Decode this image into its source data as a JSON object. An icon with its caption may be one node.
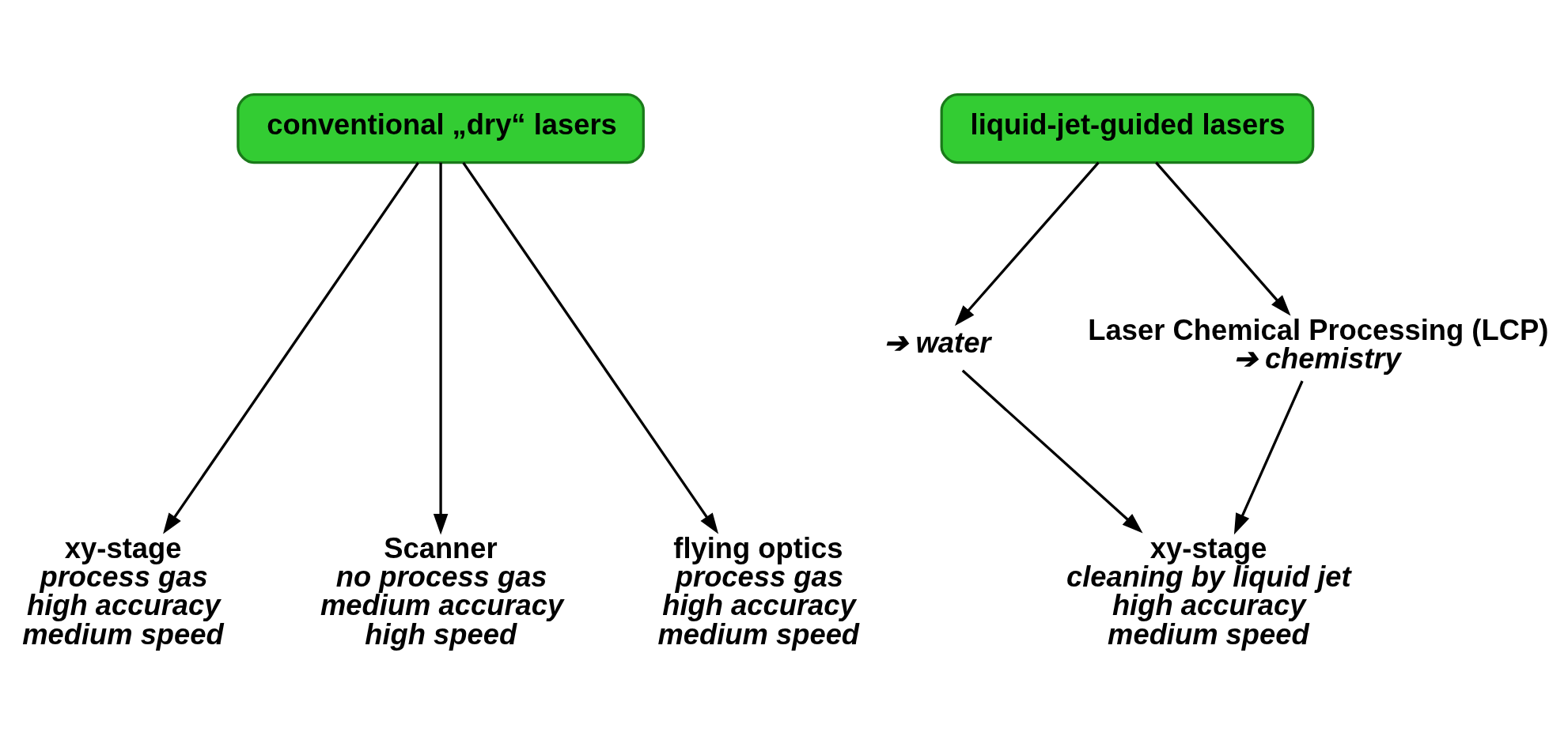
{
  "diagram": {
    "nodes": [
      {
        "text": [
          "conventional „dry“ lasers"
        ]
      },
      {
        "text": [
          "xy-stage",
          "process gas",
          "high accuracy",
          "medium speed"
        ]
      },
      {
        "text": [
          "Scanner",
          "no process gas",
          "medium accuracy",
          "high speed"
        ]
      },
      {
        "text": [
          "flying optics",
          "process gas",
          "high accuracy",
          "medium speed"
        ]
      },
      {
        "text": [
          "liquid-jet-guided lasers"
        ]
      },
      {
        "text": [
          "➔ water"
        ]
      },
      {
        "text": [
          "Laser Chemical Processing (LCP)",
          "➔ chemistry"
        ]
      },
      {
        "text": [
          "xy-stage",
          "cleaning by liquid jet",
          "high accuracy",
          "medium speed"
        ]
      }
    ],
    "edges": [
      {
        "from": 0,
        "to": 1,
        "arrow": "to"
      },
      {
        "from": 0,
        "to": 2,
        "arrow": "to"
      },
      {
        "from": 0,
        "to": 3,
        "arrow": "to"
      },
      {
        "from": 4,
        "to": 5,
        "arrow": "to"
      },
      {
        "from": 4,
        "to": 6,
        "arrow": "to"
      },
      {
        "from": 5,
        "to": 7,
        "arrow": "to"
      },
      {
        "from": 6,
        "to": 7,
        "arrow": "to"
      }
    ]
  }
}
